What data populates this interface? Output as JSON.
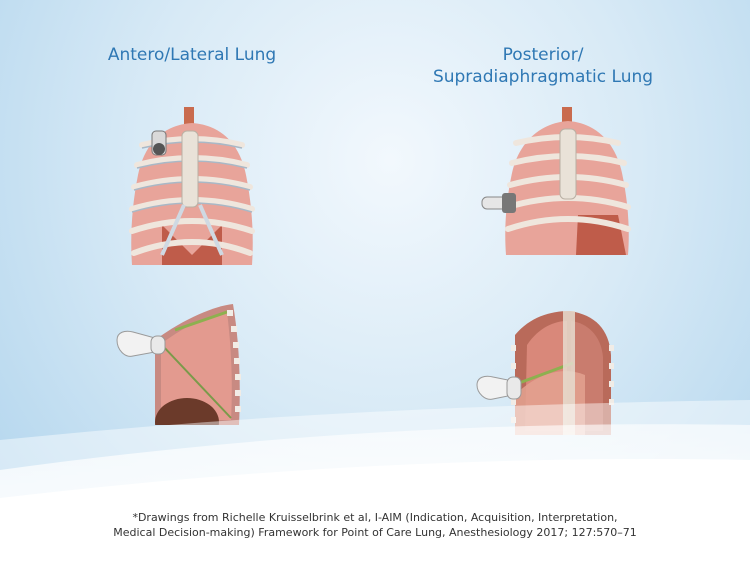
{
  "panels": {
    "left": {
      "title": "Antero/Lateral Lung"
    },
    "right": {
      "title": "Posterior/\nSupradiaphragmatic Lung"
    }
  },
  "footnote": {
    "line1": "*Drawings from Richelle Kruisselbrink et al, I-AIM (Indication, Acquisition, Interpretation,",
    "line2": "Medical Decision-making) Framework for Point of Care Lung, Anesthesiology 2017; 127:570–71"
  },
  "colors": {
    "title_blue": "#2f78b4",
    "rib": "#e8dcd0",
    "lung": "#e8a49a",
    "muscle": "#c25a45"
  }
}
